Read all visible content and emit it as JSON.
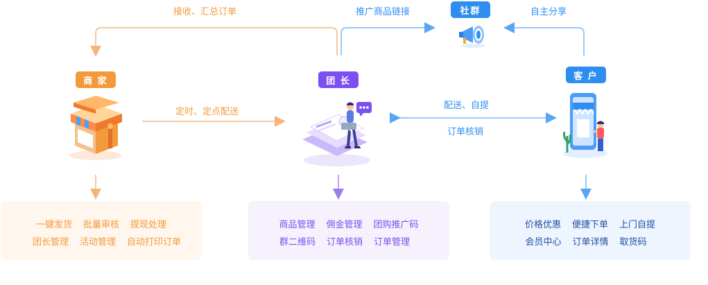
{
  "roles": {
    "merchant": "商 家",
    "leader": "团 长",
    "customer": "客 户",
    "community": "社群"
  },
  "flows": {
    "receive_orders": "接收、汇总订单",
    "promote_links": "推广商品链接",
    "self_share": "自主分享",
    "timed_delivery": "定时、定点配送",
    "delivery_pickup": "配送、自提",
    "order_verify": "订单核销"
  },
  "merchant_features": [
    [
      "一键发货",
      "批量审核",
      "提现处理"
    ],
    [
      "团长管理",
      "活动管理",
      "自动打印订单"
    ]
  ],
  "leader_features": [
    [
      "商品管理",
      "佣金管理",
      "团购推广码"
    ],
    [
      "群二维码",
      "订单核销",
      "订单管理"
    ]
  ],
  "customer_features": [
    [
      "价格优惠",
      "便捷下单",
      "上门自提"
    ],
    [
      "会员中心",
      "订单详情",
      "取货码"
    ]
  ],
  "colors": {
    "merchant": "#f39a3b",
    "leader": "#7b4ff0",
    "customer": "#2e8ef0",
    "merchant_panel": "#fff6ee",
    "leader_panel": "#f5f2fd",
    "customer_panel": "#eef5fe"
  }
}
